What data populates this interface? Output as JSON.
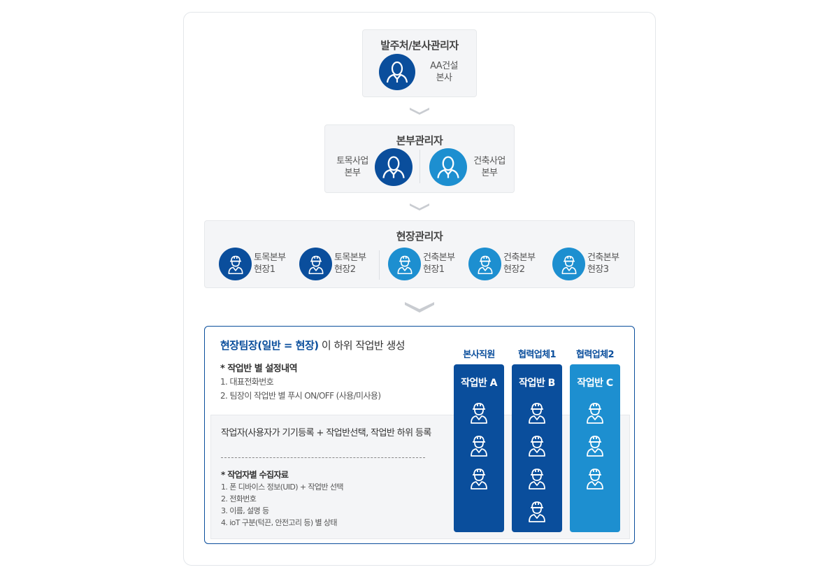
{
  "hq": {
    "title": "발주처/본사관리자",
    "label_line1": "AA건설",
    "label_line2": "본사"
  },
  "division": {
    "title": "본부관리자",
    "civil_line1": "토목사업",
    "civil_line2": "본부",
    "arch_line1": "건축사업",
    "arch_line2": "본부"
  },
  "site": {
    "title": "현장관리자",
    "items": [
      {
        "line1": "토목본부",
        "line2": "현장1",
        "tone": "dark"
      },
      {
        "line1": "토목본부",
        "line2": "현장2",
        "tone": "dark"
      },
      {
        "line1": "건축본부",
        "line2": "현장1",
        "tone": "light"
      },
      {
        "line1": "건축본부",
        "line2": "현장2",
        "tone": "light"
      },
      {
        "line1": "건축본부",
        "line2": "현장3",
        "tone": "light"
      }
    ]
  },
  "team": {
    "heading_strong": "현장팀장(일반 = 현장)",
    "heading_rest": " 이 하위 작업반 생성",
    "settings_title": "* 작업반 별 설정내역",
    "settings_items": [
      "1. 대표전화번호",
      "2. 팀장이 작업반 별 푸시 ON/OFF (사용/미사용)"
    ],
    "worker_title": "작업자(사용자가 기기등록 + 작업반선택, 작업반 하위 등록",
    "collect_title": "* 작업자별 수집자료",
    "collect_items": [
      "1. 폰 디바이스 정보(UID) + 작업반 선택",
      "2. 전화번호",
      "3. 이름, 설명 등",
      "4. ioT 구분(턱끈, 안전고리 등) 별 상태"
    ],
    "columns": [
      {
        "header": "본사직원",
        "name": "작업반 A",
        "workers": 3
      },
      {
        "header": "협력업체1",
        "name": "작업반 B",
        "workers": 4
      },
      {
        "header": "협력업체2",
        "name": "작업반 C",
        "workers": 3
      }
    ]
  },
  "colors": {
    "dark_blue": "#0a4e9c",
    "light_blue": "#1d8fd0",
    "chevron": "#c9ccd1"
  }
}
